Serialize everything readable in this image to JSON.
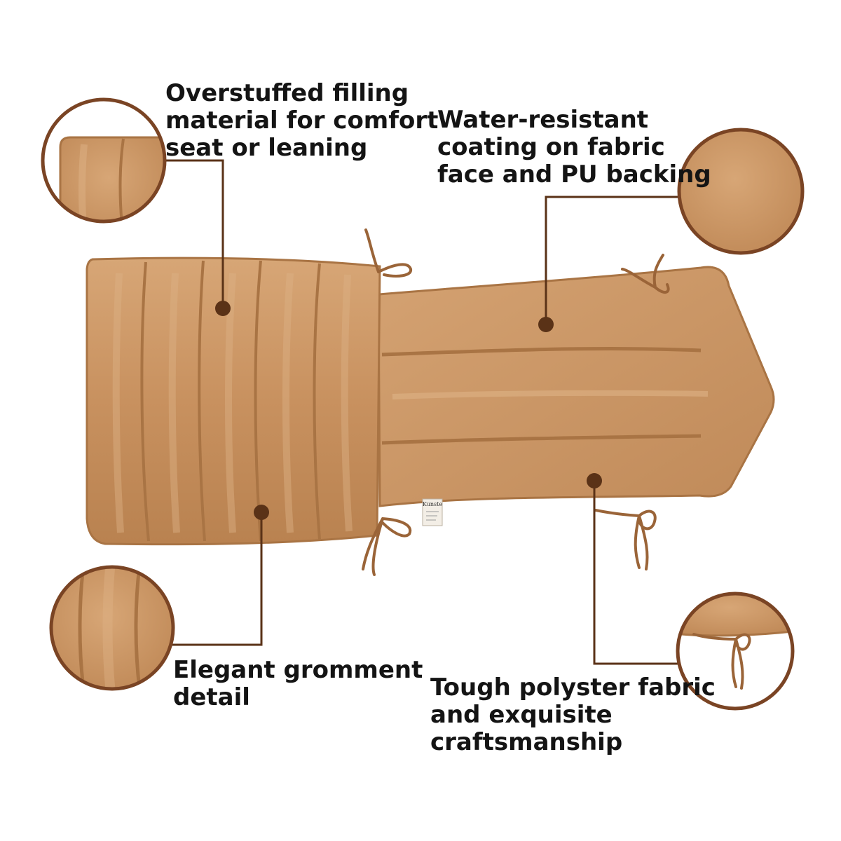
{
  "colors": {
    "cushion_base": "#C8915F",
    "cushion_light": "#D7A676",
    "cushion_shadow": "#A97444",
    "seam": "#B07A48",
    "leader_line": "#5A3217",
    "badge_ring": "#7A4424",
    "text": "#141414",
    "background": "#FFFFFF"
  },
  "callouts": {
    "filling": {
      "lines": [
        "Overstuffed filling",
        "material for comfort",
        "seat or leaning"
      ]
    },
    "coating": {
      "lines": [
        "Water-resistant",
        "coating on fabric",
        "face and PU backing"
      ]
    },
    "gromment": {
      "lines": [
        "Elegant gromment",
        "detail"
      ]
    },
    "fabric": {
      "lines": [
        "Tough polyster fabric",
        "and exquisite",
        "craftsmanship"
      ]
    }
  },
  "tag": {
    "brand": "Kunste"
  }
}
